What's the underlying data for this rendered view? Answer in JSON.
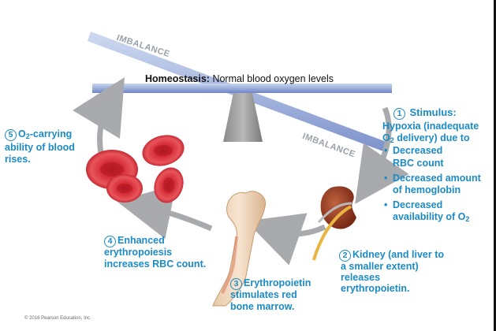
{
  "title": {
    "bold": "Homeostasis:",
    "rest": " Normal blood oxygen levels"
  },
  "imbalance_top": "IMBALANCE",
  "imbalance_right": "IMBALANCE",
  "step1": {
    "num": "1",
    "head": "Stimulus:",
    "l1": "Hypoxia (inadequate",
    "l2a": "O",
    "l2sub": "2",
    "l2b": " delivery) due to"
  },
  "bullets": {
    "b1a": "Decreased",
    "b1b": "RBC count",
    "b2a": "Decreased amount",
    "b2b": "of hemoglobin",
    "b3a": "Decreased",
    "b3b": "availability of O",
    "b3sub": "2"
  },
  "step2": {
    "num": "2",
    "l1": "Kidney (and liver to",
    "l2": "a smaller extent)",
    "l3": "releases",
    "l4": "erythropoietin."
  },
  "step3": {
    "num": "3",
    "l1": "Erythropoietin",
    "l2": "stimulates red",
    "l3": "bone marrow."
  },
  "step4": {
    "num": "4",
    "l1": "Enhanced",
    "l2": "erythropoiesis",
    "l3": "increases RBC count."
  },
  "step5": {
    "num": "5",
    "l1a": "O",
    "l1sub": "2",
    "l1b": "-carrying",
    "l2": "ability of blood",
    "l3": "rises."
  },
  "copyright": "© 2016 Pearson Education, Inc."
}
